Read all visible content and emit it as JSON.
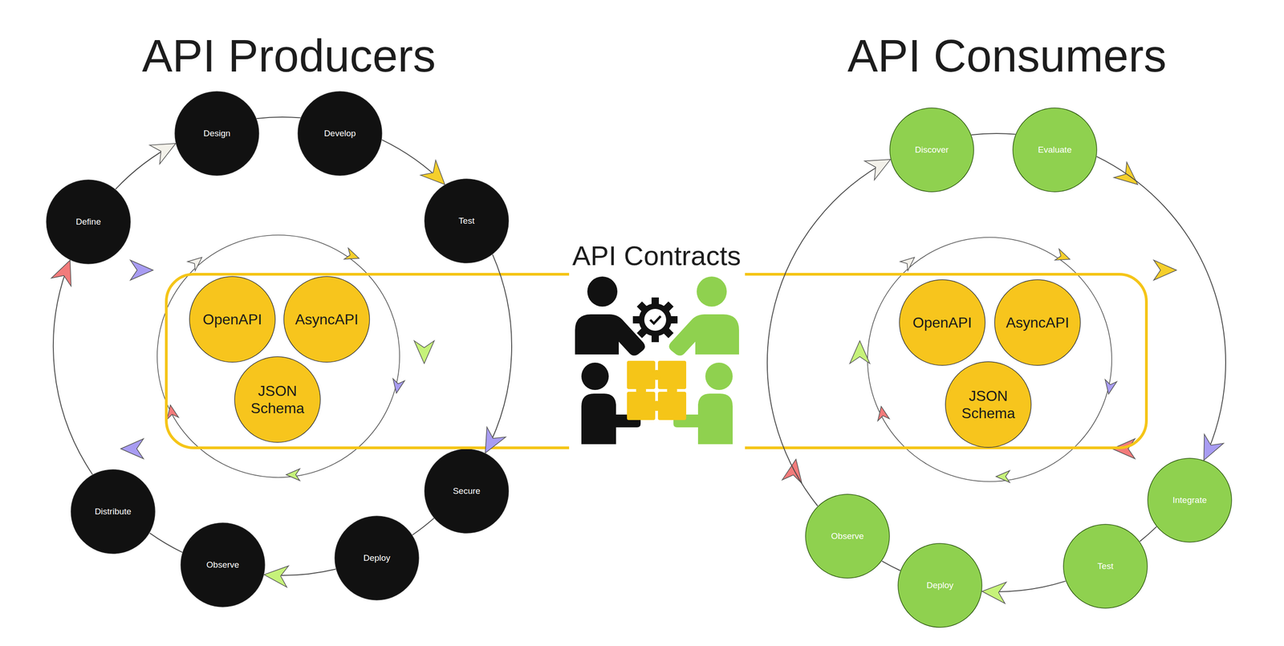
{
  "diagram": {
    "nodes": [
      {
        "text": [
          "Define"
        ]
      },
      {
        "text": [
          "Design"
        ]
      },
      {
        "text": [
          "Develop"
        ]
      },
      {
        "text": [
          "Test"
        ]
      },
      {
        "text": [
          "Secure"
        ]
      },
      {
        "text": [
          "Deploy"
        ]
      },
      {
        "text": [
          "Observe"
        ]
      },
      {
        "text": [
          "Distribute"
        ]
      },
      {
        "text": [
          "API Contracts"
        ]
      },
      {
        "text": [
          "OpenAPI"
        ],
        "in": 8
      },
      {
        "text": [
          "AsyncAPI"
        ],
        "in": 8
      },
      {
        "text": [
          "JSON Schema"
        ],
        "in": 8
      },
      {
        "text": [
          "OpenAPI"
        ],
        "in": 8
      },
      {
        "text": [
          "AsyncAPI"
        ],
        "in": 8
      },
      {
        "text": [
          "JSON Schema"
        ],
        "in": 8
      },
      {
        "text": [
          "Discover"
        ]
      },
      {
        "text": [
          "Evaluate"
        ]
      },
      {
        "text": [
          "Integrate"
        ]
      },
      {
        "text": [
          "Test"
        ]
      },
      {
        "text": [
          "Deploy"
        ]
      },
      {
        "text": [
          "Observe"
        ]
      }
    ],
    "edges": [
      {
        "from": 0,
        "to": 1,
        "arrow": "to"
      },
      {
        "from": 1,
        "to": 2,
        "arrow": "none"
      },
      {
        "from": 2,
        "to": 3,
        "arrow": "to"
      },
      {
        "from": 3,
        "to": 4,
        "arrow": "to"
      },
      {
        "from": 4,
        "to": 5,
        "arrow": "none"
      },
      {
        "from": 5,
        "to": 6,
        "arrow": "to"
      },
      {
        "from": 6,
        "to": 7,
        "arrow": "none"
      },
      {
        "from": 7,
        "to": 0,
        "arrow": "to"
      },
      {
        "from": 15,
        "to": 16,
        "arrow": "none"
      },
      {
        "from": 16,
        "to": 17,
        "arrow": "to"
      },
      {
        "from": 17,
        "to": 18,
        "arrow": "none"
      },
      {
        "from": 18,
        "to": 19,
        "arrow": "to"
      },
      {
        "from": 19,
        "to": 20,
        "arrow": "none"
      },
      {
        "from": 20,
        "to": 15,
        "arrow": "to"
      }
    ],
    "labels": [
      "API Producers",
      "API Consumers"
    ]
  }
}
